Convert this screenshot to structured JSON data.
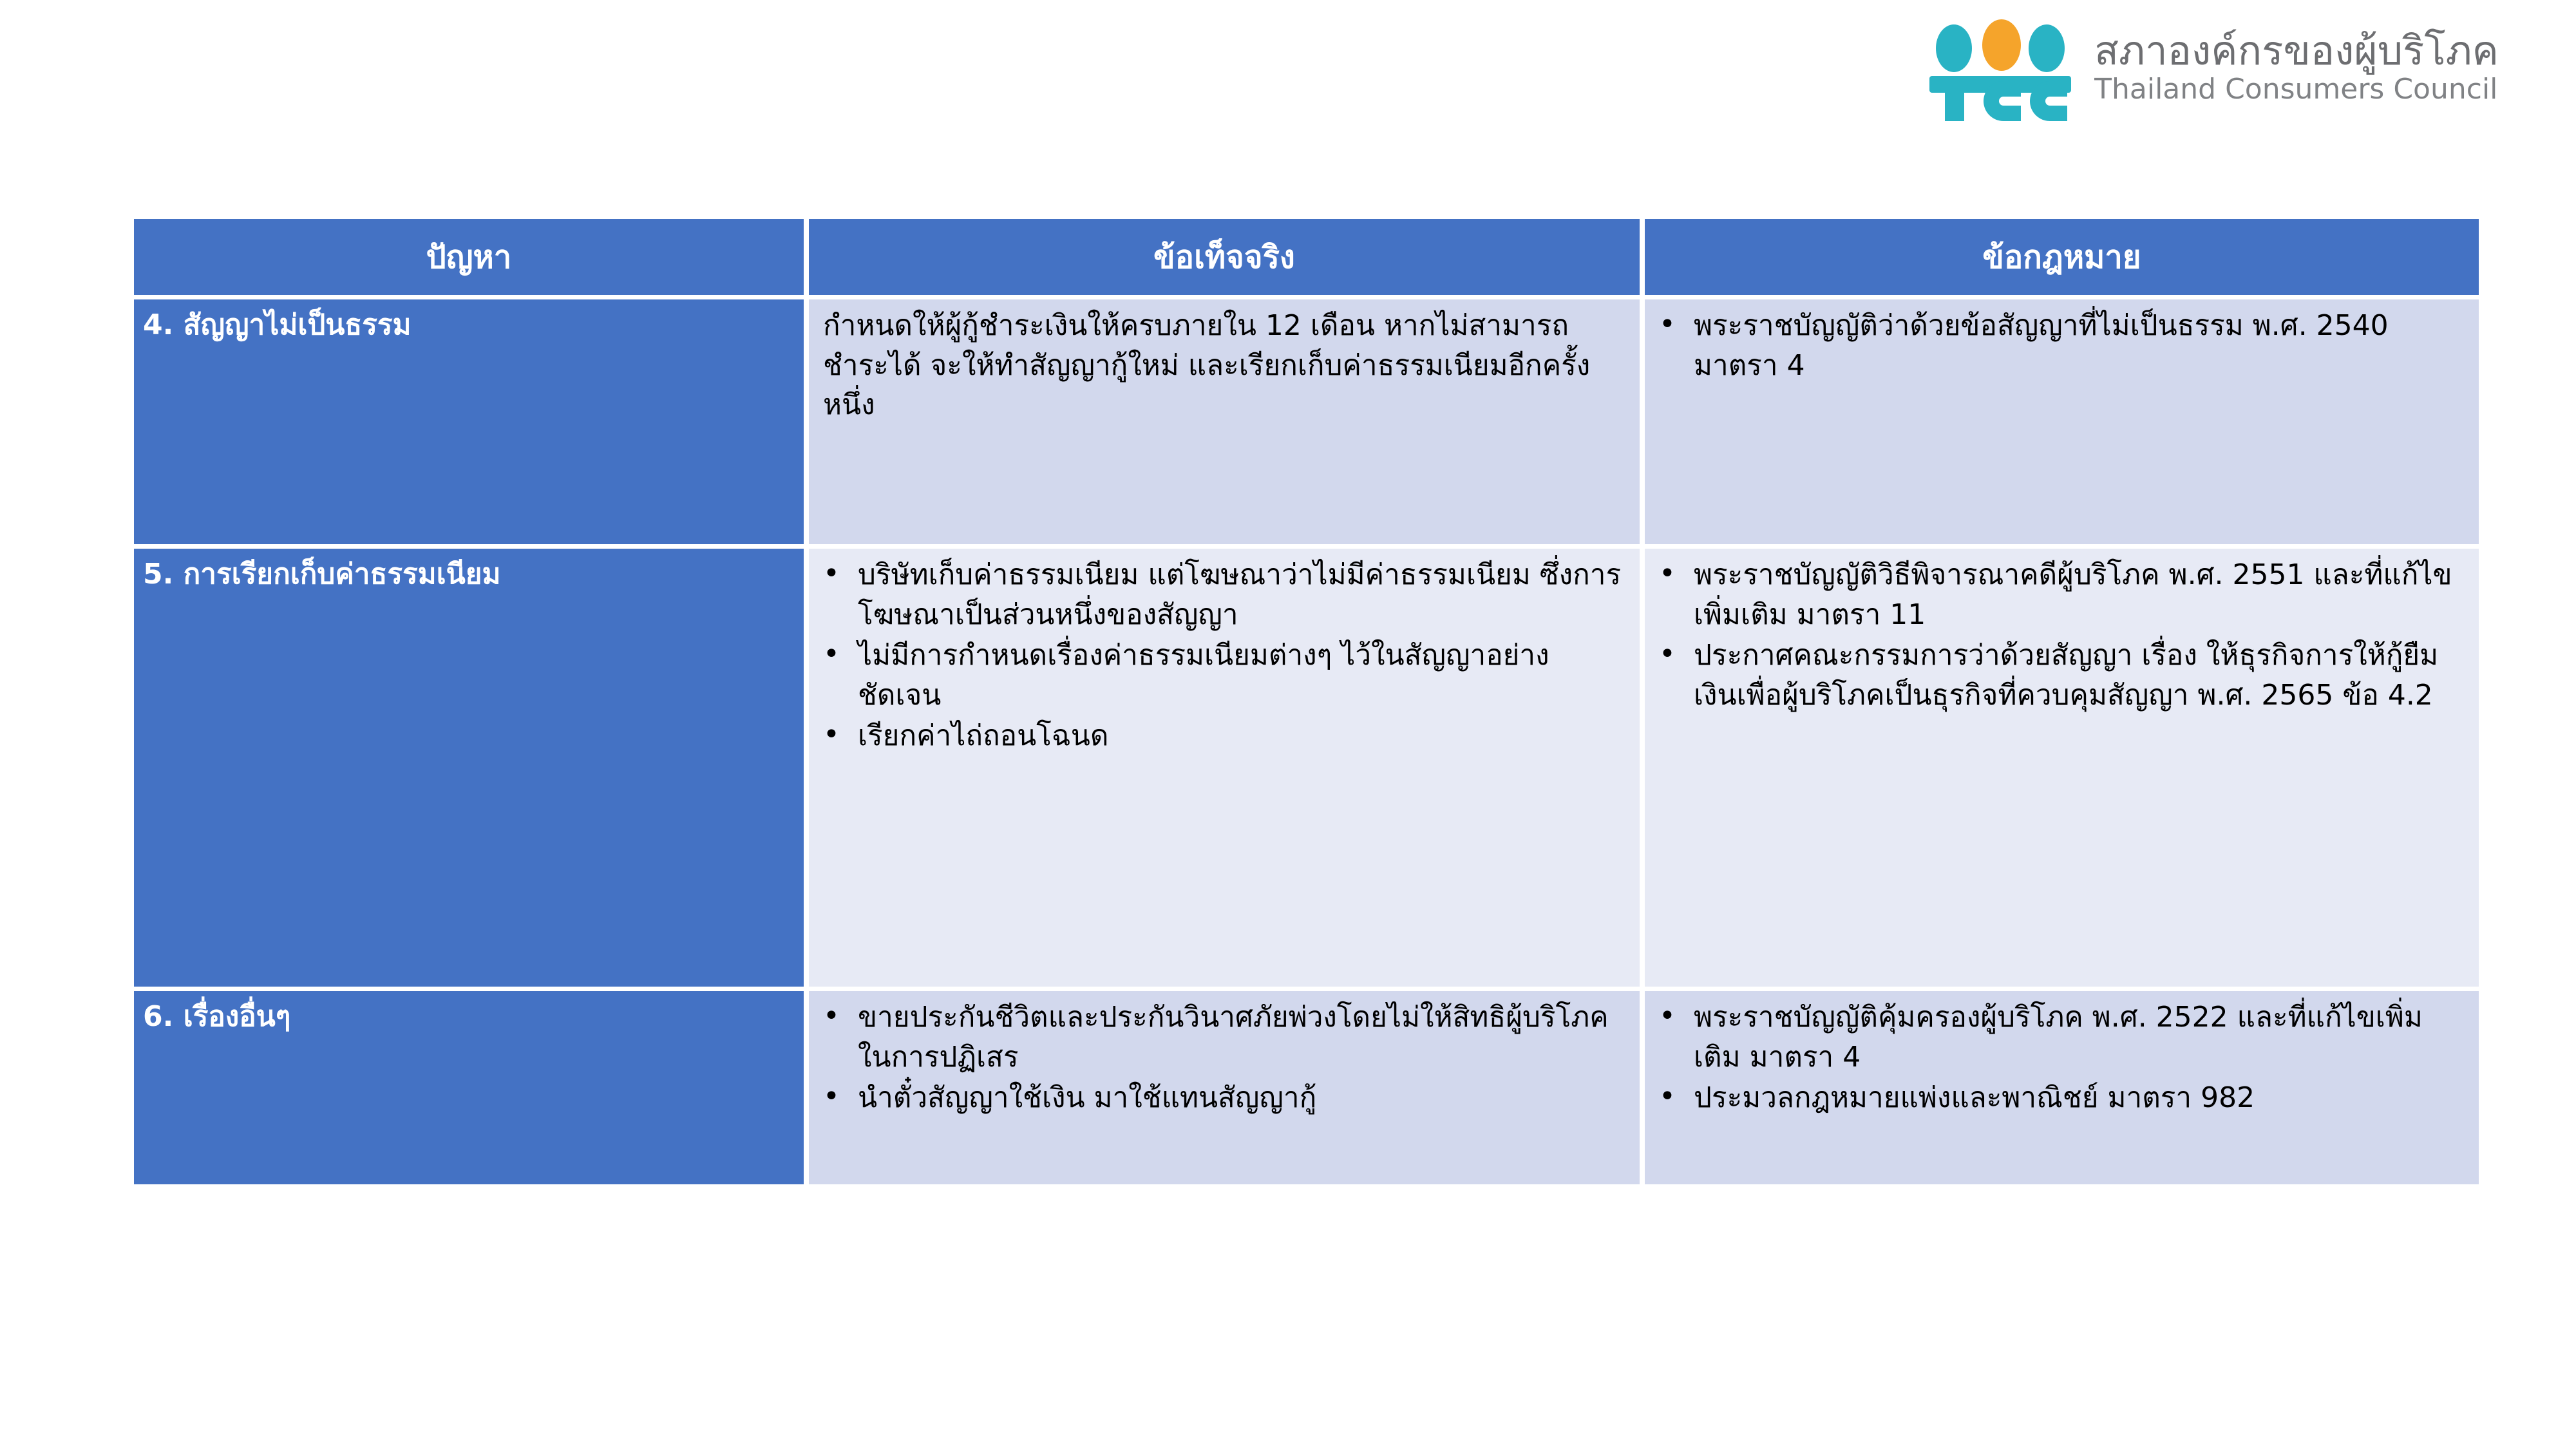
{
  "brand": {
    "logo_icon": "tcc-logo-icon",
    "name_th": "สภาองค์กรของผู้บริโภค",
    "name_en": "Thailand Consumers Council",
    "teal": "#29B3C4",
    "orange": "#F5A42B",
    "text_gray": "#6D6E71"
  },
  "colors": {
    "header_blue": "#4472C4",
    "row_shade_dark": "#D2D8ED",
    "row_shade_light": "#E7EAF5",
    "header_text": "#FFFFFF"
  },
  "table": {
    "headers": [
      "ปัญหา",
      "ข้อเท็จจริง",
      "ข้อกฎหมาย"
    ],
    "rows": [
      {
        "problem": "4. สัญญาไม่เป็นธรรม",
        "facts_paragraph": "กำหนดให้ผู้กู้ชำระเงินให้ครบภายใน 12 เดือน หากไม่สามารถชำระได้ จะให้ทำสัญญากู้ใหม่ และเรียกเก็บค่าธรรมเนียมอีกครั้งหนึ่ง",
        "facts_bullets": [],
        "laws": [
          "พระราชบัญญัติว่าด้วยข้อสัญญาที่ไม่เป็นธรรม พ.ศ. 2540 มาตรา 4"
        ]
      },
      {
        "problem": "5. การเรียกเก็บค่าธรรมเนียม",
        "facts_paragraph": "",
        "facts_bullets": [
          "บริษัทเก็บค่าธรรมเนียม แต่โฆษณาว่าไม่มีค่าธรรมเนียม ซึ่งการโฆษณาเป็นส่วนหนึ่งของสัญญา",
          "ไม่มีการกำหนดเรื่องค่าธรรมเนียมต่างๆ ไว้ในสัญญาอย่างชัดเจน",
          "เรียกค่าไถ่ถอนโฉนด"
        ],
        "laws": [
          "พระราชบัญญัติวิธีพิจารณาคดีผู้บริโภค พ.ศ. 2551 และที่แก้ไขเพิ่มเติม มาตรา 11",
          "ประกาศคณะกรรมการว่าด้วยสัญญา เรื่อง ให้ธุรกิจการให้กู้ยืมเงินเพื่อผู้บริโภคเป็นธุรกิจที่ควบคุมสัญญา พ.ศ. 2565  ข้อ 4.2"
        ]
      },
      {
        "problem": "6. เรื่องอื่นๆ",
        "facts_paragraph": "",
        "facts_bullets": [
          "ขายประกันชีวิตและประกันวินาศภัยพ่วงโดยไม่ให้สิทธิผู้บริโภคในการปฏิเสร",
          "นำตั๋วสัญญาใช้เงิน มาใช้แทนสัญญากู้"
        ],
        "laws": [
          "พระราชบัญญัติคุ้มครองผู้บริโภค พ.ศ. 2522 และที่แก้ไขเพิ่มเติม มาตรา 4",
          "ประมวลกฎหมายแพ่งและพาณิชย์ มาตรา 982"
        ]
      }
    ]
  }
}
